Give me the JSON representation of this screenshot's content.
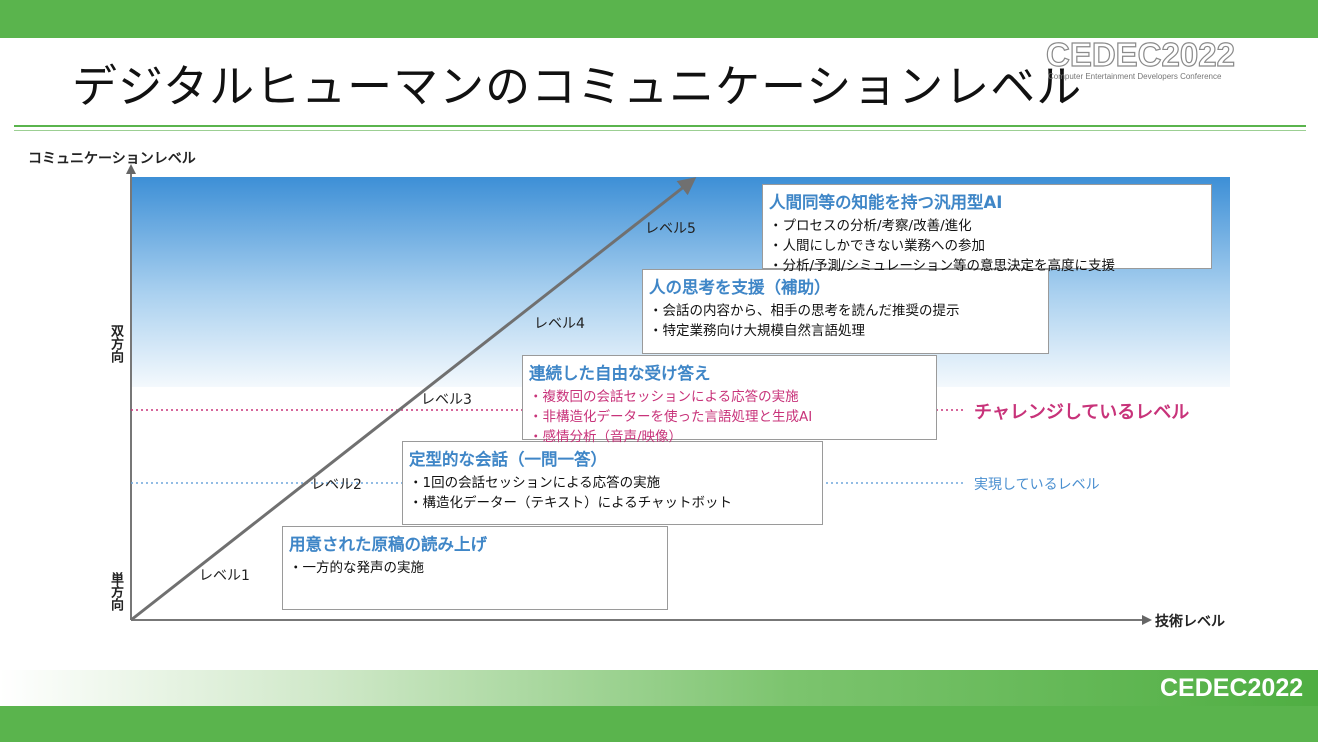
{
  "title": "デジタルヒューマンのコミュニケーションレベル",
  "logo": {
    "main": "CEDEC2022",
    "sub": "Computer Entertainment Developers Conference"
  },
  "footer_logo": "CEDEC2022",
  "axes": {
    "y_label": "コミュニケーションレベル",
    "x_label": "技術レベル",
    "y_high": "双方向",
    "y_low": "単方向"
  },
  "levels": [
    "レベル1",
    "レベル2",
    "レベル3",
    "レベル4",
    "レベル5"
  ],
  "lines": {
    "challenge": "チャレンジしているレベル",
    "achieved": "実現しているレベル"
  },
  "boxes": [
    {
      "title": "用意された原稿の読み上げ",
      "items": [
        "一方的な発声の実施"
      ]
    },
    {
      "title": "定型的な会話（一問一答）",
      "items": [
        "1回の会話セッションによる応答の実施",
        "構造化データー（テキスト）によるチャットボット"
      ]
    },
    {
      "title": "連続した自由な受け答え",
      "items": [
        "複数回の会話セッションによる応答の実施",
        "非構造化データーを使った言語処理と生成AI",
        "感情分析（音声/映像）"
      ]
    },
    {
      "title": "人の思考を支援（補助）",
      "items": [
        "会話の内容から、相手の思考を読んだ推奨の提示",
        "特定業務向け大規模自然言語処理"
      ]
    },
    {
      "title": "人間同等の知能を持つ汎用型AI",
      "items": [
        "プロセスの分析/考察/改善/進化",
        "人間にしかできない業務への参加",
        "分析/予測/シミュレーション等の意思決定を高度に支援"
      ]
    }
  ],
  "colors": {
    "accent_green": "#5ab44d",
    "title_blue": "#3f86c7",
    "challenge_pink": "#c8337a",
    "achieved_blue": "#4a8fd0",
    "sky_top": "#3d8fd6"
  }
}
